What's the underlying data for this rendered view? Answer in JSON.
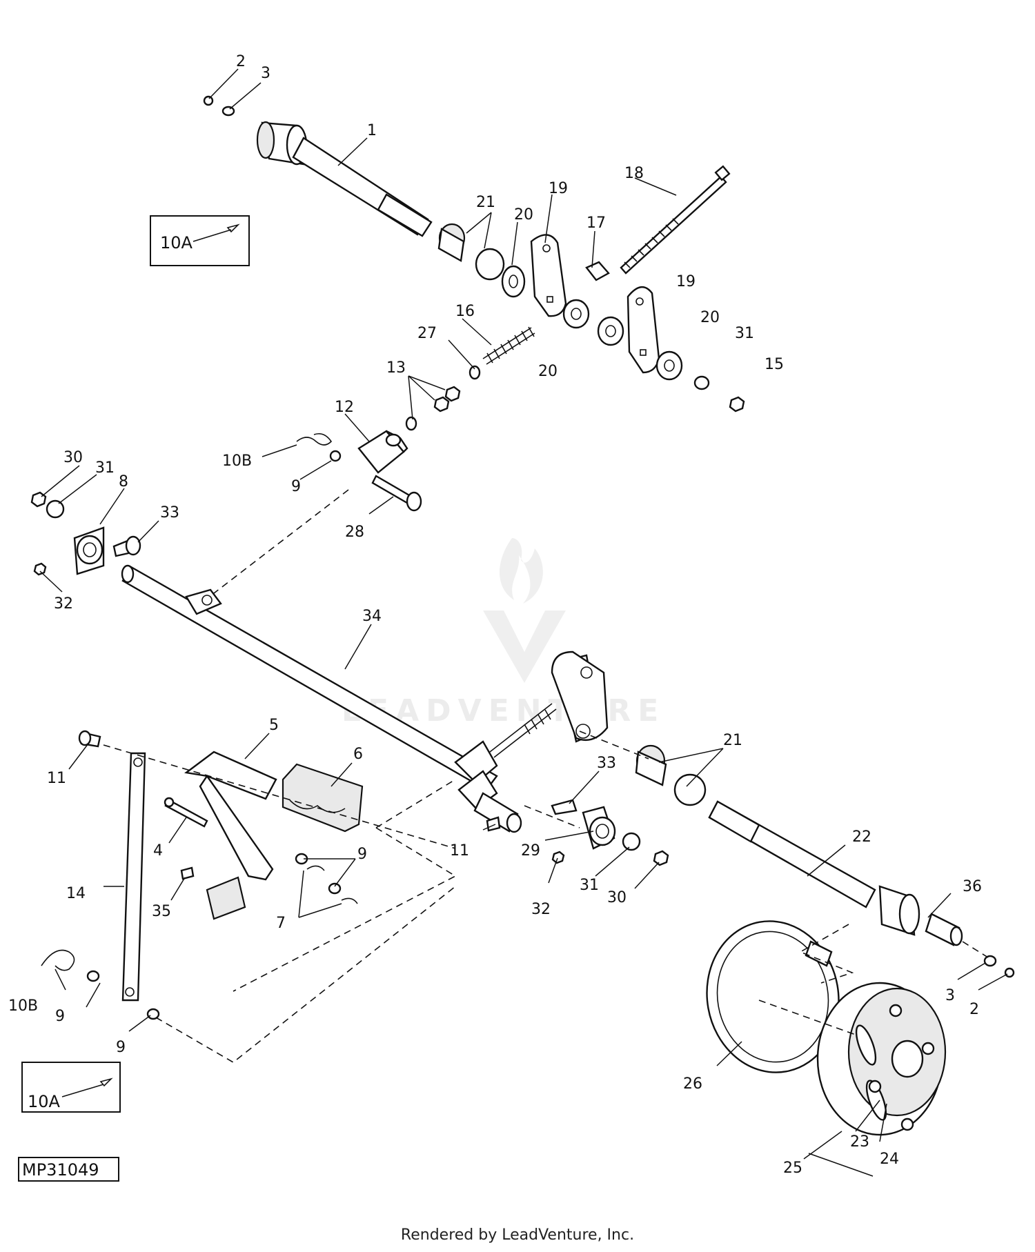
{
  "diagram": {
    "figure_id": "MP31049",
    "footer_text": "Rendered by LeadVenture, Inc.",
    "watermark_text": "LEADVENTURE",
    "inset_labels": [
      "10A",
      "10A"
    ],
    "callouts": [
      "1",
      "2",
      "3",
      "4",
      "5",
      "6",
      "7",
      "8",
      "9",
      "10A",
      "10B",
      "11",
      "12",
      "13",
      "14",
      "15",
      "16",
      "17",
      "18",
      "19",
      "20",
      "21",
      "22",
      "23",
      "24",
      "25",
      "26",
      "27",
      "28",
      "29",
      "30",
      "31",
      "32",
      "33",
      "34",
      "35",
      "36"
    ]
  }
}
